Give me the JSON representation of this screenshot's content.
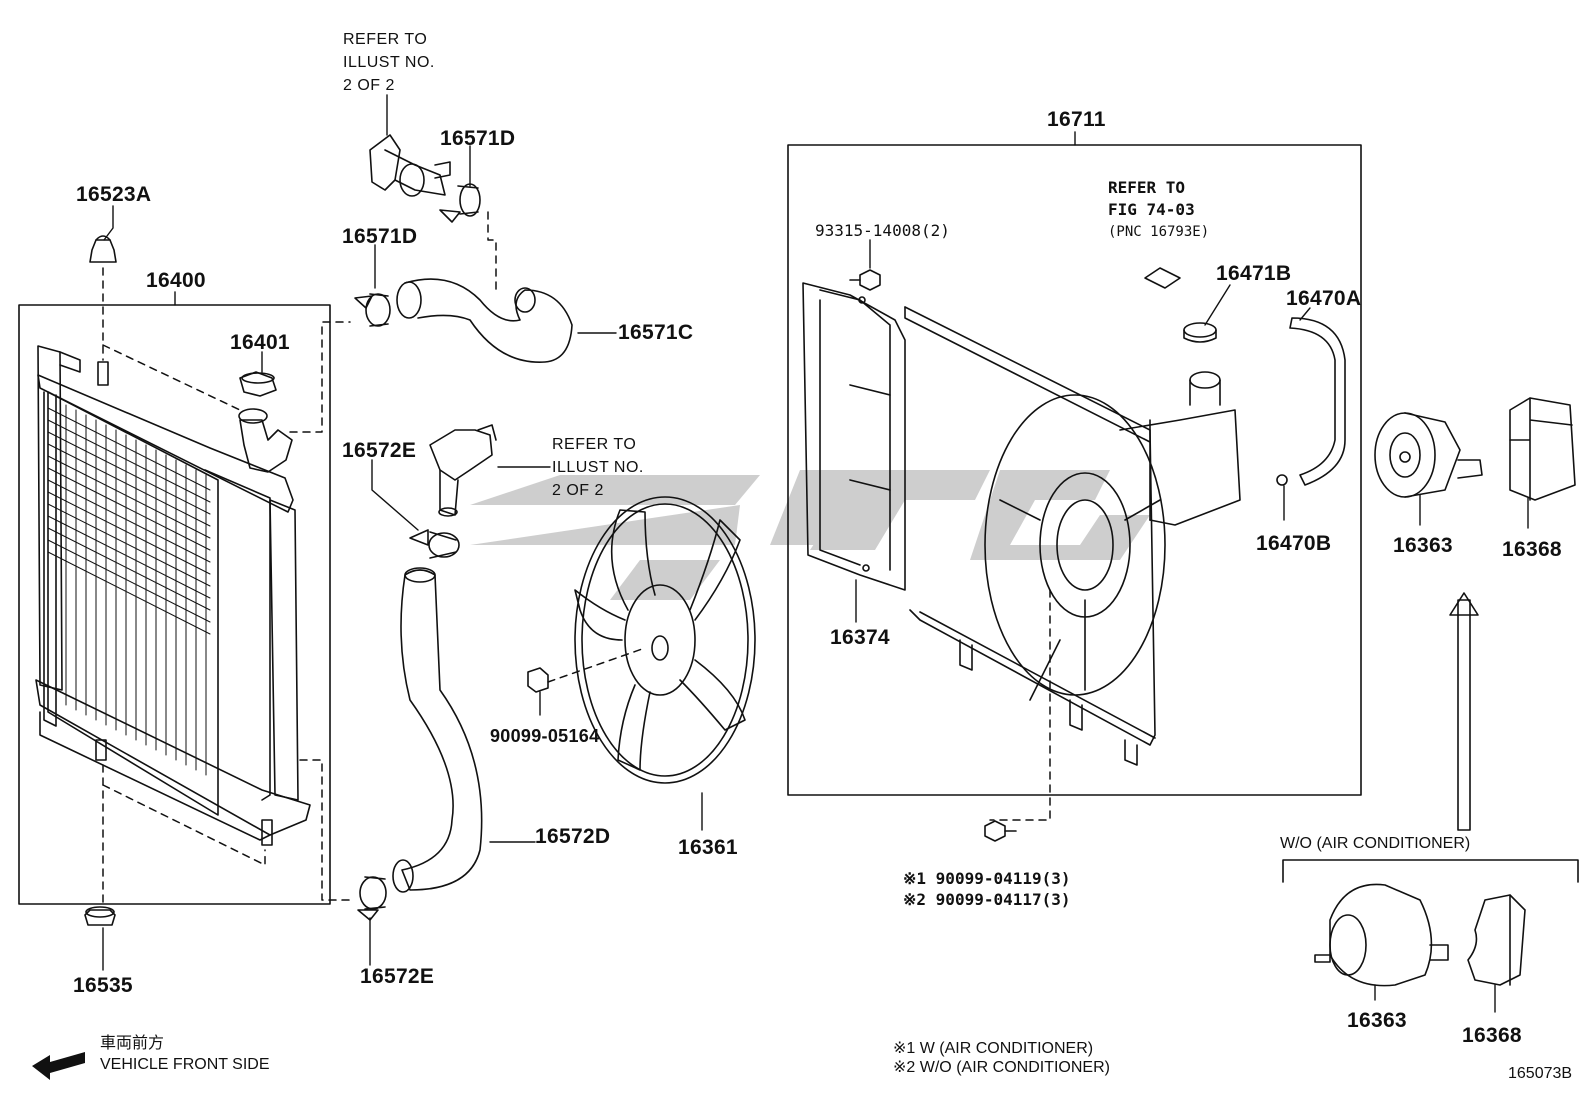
{
  "labels": {
    "p16523A": "16523A",
    "p16400": "16400",
    "p16401": "16401",
    "p16535": "16535",
    "p16571D_top": "16571D",
    "p16571D_mid": "16571D",
    "p16571C": "16571C",
    "p16572E_top": "16572E",
    "p16572E_bot": "16572E",
    "p16572D": "16572D",
    "p90099_05164": "90099-05164",
    "p16361": "16361",
    "p16711": "16711",
    "p93315": "93315-14008(2)",
    "p16374": "16374",
    "p16471B": "16471B",
    "p16470A": "16470A",
    "p16470B": "16470B",
    "p16363_top": "16363",
    "p16368_top": "16368",
    "p16363_bot": "16363",
    "p16368_bot": "16368",
    "bolt1": "※1 90099-04119(3)",
    "bolt2": "※2 90099-04117(3)"
  },
  "notes": {
    "refer_top": "REFER TO\nILLUST NO.\n2 OF 2",
    "refer_mid": "REFER TO\nILLUST NO.\n2 OF 2",
    "refer_fig": "REFER TO\nFIG 74-03",
    "refer_pnc": "(PNC 16793E)",
    "wo_ac_header": "W/O (AIR CONDITIONER)",
    "footnote1": "※1 W (AIR CONDITIONER)",
    "footnote2": "※2 W/O (AIR CONDITIONER)",
    "front_jp": "車両前方",
    "front_en": "VEHICLE FRONT SIDE",
    "diagram_code": "165073B"
  },
  "colors": {
    "line": "#111111",
    "watermark": "#c8c8c8"
  }
}
